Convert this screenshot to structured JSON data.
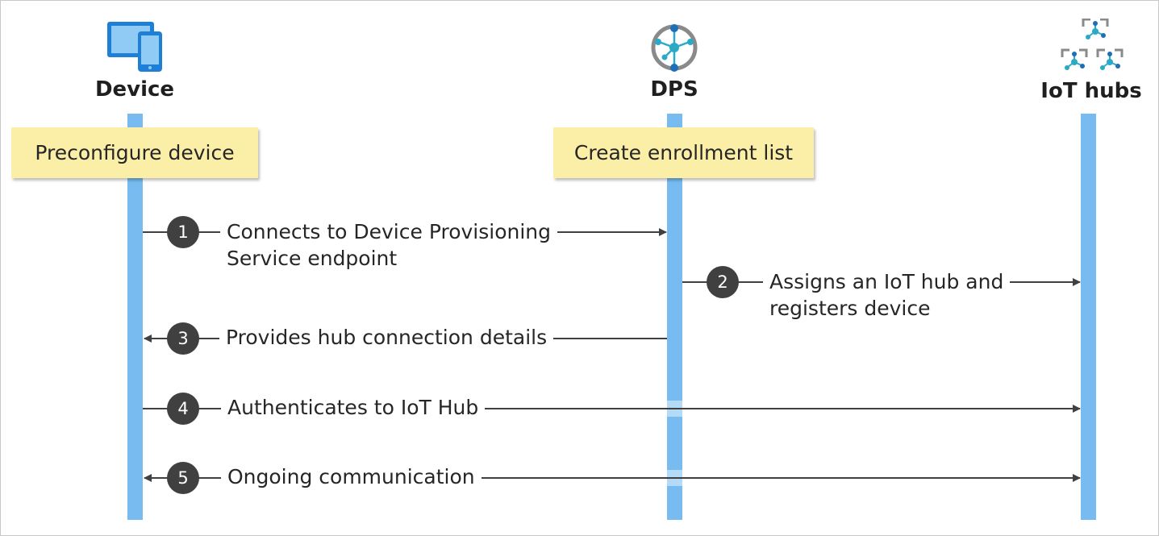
{
  "lanes": [
    {
      "title": "Device",
      "icon": "device-tablet-phone-icon"
    },
    {
      "title": "DPS",
      "icon": "dps-network-icon"
    },
    {
      "title": "IoT hubs",
      "icon": "iot-hubs-network-icon"
    }
  ],
  "notes": {
    "device": "Preconfigure device",
    "dps": "Create enrollment list"
  },
  "steps": [
    {
      "number": "1",
      "line1": "Connects to Device Provisioning",
      "line2": "Service endpoint",
      "from": "Device",
      "to": "DPS"
    },
    {
      "number": "2",
      "line1": "Assigns an IoT hub and",
      "line2": "registers device",
      "from": "DPS",
      "to": "IoT hubs"
    },
    {
      "number": "3",
      "line1": "Provides hub connection details",
      "from": "DPS",
      "to": "Device"
    },
    {
      "number": "4",
      "line1": "Authenticates to IoT Hub",
      "from": "Device",
      "to": "IoT hubs"
    },
    {
      "number": "5",
      "line1": "Ongoing communication",
      "from": "Device",
      "to": "IoT hubs",
      "bidirectional": true
    }
  ],
  "colors": {
    "lifeline": "#77bbf0",
    "note": "#fbefa8",
    "step_circle": "#404040",
    "arrow": "#404040",
    "icon_blue": "#1f7fd6",
    "icon_teal": "#2aaac6",
    "icon_gray": "#8a8a8a"
  }
}
